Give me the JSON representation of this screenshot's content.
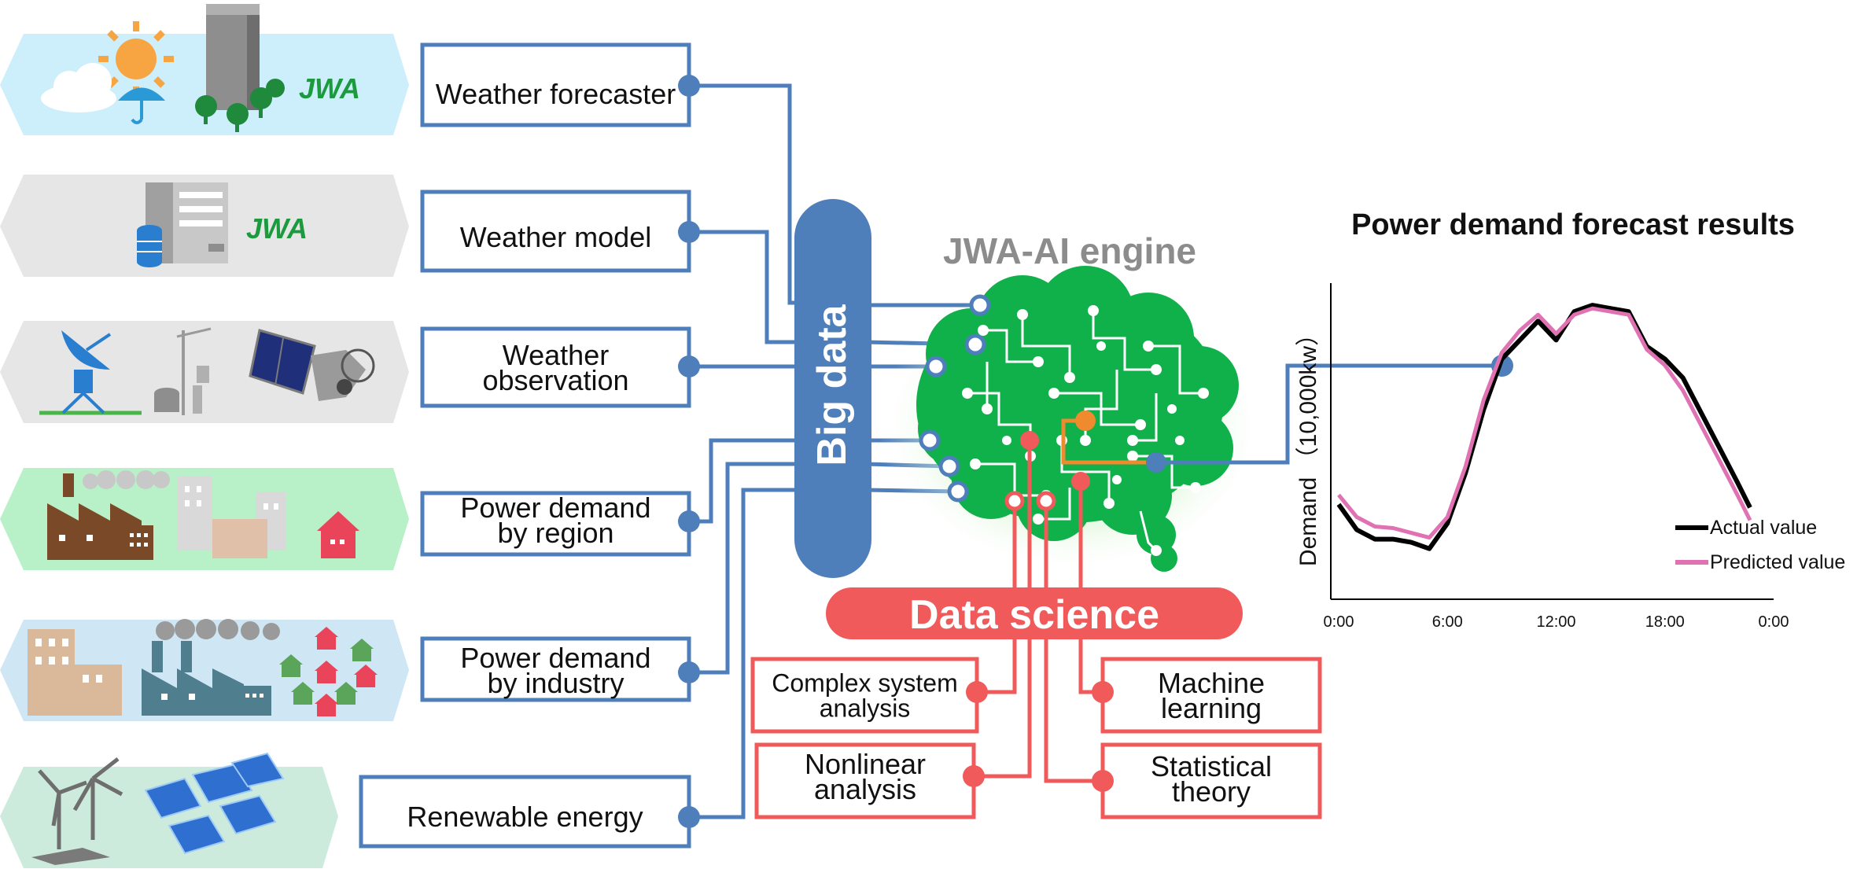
{
  "sources": [
    {
      "label_lines": [
        "Weather forecaster"
      ],
      "icon": "sun-umbrella-building-icon"
    },
    {
      "label_lines": [
        "Weather model"
      ],
      "icon": "server-database-icon"
    },
    {
      "label_lines": [
        "Weather",
        "observation"
      ],
      "icon": "satellite-instruments-icon"
    },
    {
      "label_lines": [
        "Power demand",
        "by region"
      ],
      "icon": "factory-city-house-icon"
    },
    {
      "label_lines": [
        "Power demand",
        "by industry"
      ],
      "icon": "buildings-factory-houses-icon"
    },
    {
      "label_lines": [
        "Renewable energy"
      ],
      "icon": "wind-solar-icon"
    }
  ],
  "logo_text": "JWA",
  "big_data_label": "Big data",
  "engine_title": "JWA-AI engine",
  "data_science_label": "Data science",
  "methods": [
    {
      "label_lines": [
        "Complex system",
        "analysis"
      ]
    },
    {
      "label_lines": [
        "Nonlinear",
        "analysis"
      ]
    },
    {
      "label_lines": [
        "Machine",
        "learning"
      ]
    },
    {
      "label_lines": [
        "Statistical",
        "theory"
      ]
    }
  ],
  "colors": {
    "blue": "#4f7fba",
    "red": "#f05a5a",
    "green": "#00a850",
    "orange": "#ef8a2e",
    "engine_title_gray": "#8c8c8c",
    "actual_line": "#000000",
    "predicted_line": "#e072b4"
  },
  "chart_data": {
    "type": "line",
    "title": "Power demand forecast results",
    "ylabel": "Demand （10,000kw）",
    "xlabel": "",
    "x_ticks": [
      "0:00",
      "6:00",
      "12:00",
      "18:00",
      "0:00"
    ],
    "x_range_hours": [
      0,
      24
    ],
    "legend_position": "bottom-right",
    "series": [
      {
        "name": "Actual value",
        "points": [
          [
            0,
            30
          ],
          [
            1,
            22
          ],
          [
            2,
            19
          ],
          [
            3,
            19
          ],
          [
            4,
            18
          ],
          [
            5,
            16
          ],
          [
            6,
            24
          ],
          [
            7,
            40
          ],
          [
            8,
            60
          ],
          [
            9,
            76
          ],
          [
            10,
            82
          ],
          [
            11,
            88
          ],
          [
            12,
            82
          ],
          [
            13,
            91
          ],
          [
            14,
            93
          ],
          [
            15,
            92
          ],
          [
            16,
            91
          ],
          [
            17,
            80
          ],
          [
            18,
            76
          ],
          [
            19,
            70
          ],
          [
            20,
            59
          ],
          [
            21,
            48
          ],
          [
            22,
            37
          ],
          [
            22.7,
            29
          ]
        ]
      },
      {
        "name": "Predicted value",
        "points": [
          [
            0,
            33
          ],
          [
            1,
            26
          ],
          [
            2,
            23
          ],
          [
            3,
            22.5
          ],
          [
            4,
            21
          ],
          [
            5,
            19.5
          ],
          [
            6,
            26
          ],
          [
            7,
            42
          ],
          [
            8,
            63
          ],
          [
            9,
            78
          ],
          [
            10,
            85
          ],
          [
            11,
            90
          ],
          [
            12,
            84
          ],
          [
            13,
            90
          ],
          [
            14,
            92
          ],
          [
            15,
            91
          ],
          [
            16,
            90
          ],
          [
            17,
            79
          ],
          [
            18,
            74
          ],
          [
            19,
            66
          ],
          [
            20,
            55
          ],
          [
            21,
            44
          ],
          [
            22,
            33
          ],
          [
            22.7,
            25
          ]
        ]
      }
    ]
  }
}
